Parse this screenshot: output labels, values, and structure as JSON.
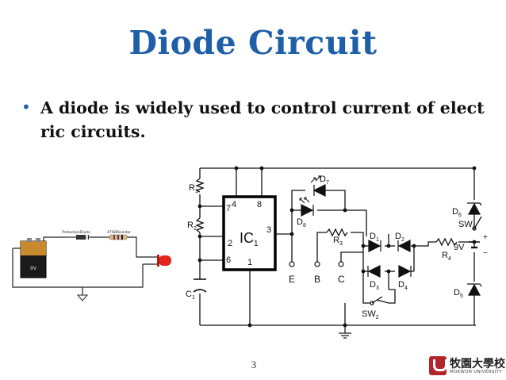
{
  "slide": {
    "title": "Diode Circuit",
    "bullet": "A diode is widely used to control current of electric circuits.",
    "page_number": "3"
  },
  "small_circuit": {
    "labels": {
      "protection_diode": "ProtectionDiode",
      "resistor": "470ΩResistor",
      "battery": "9V"
    }
  },
  "ic_circuit": {
    "ic": "IC",
    "ic_sub": "1",
    "pins": [
      "4",
      "8",
      "7",
      "3",
      "2",
      "6",
      "1"
    ],
    "resistors": [
      {
        "name": "R",
        "sub": "1"
      },
      {
        "name": "R",
        "sub": "2"
      },
      {
        "name": "R",
        "sub": "3"
      },
      {
        "name": "R",
        "sub": "4"
      }
    ],
    "capacitor": {
      "name": "C",
      "sub": "1"
    },
    "diodes": [
      {
        "name": "D",
        "sub": "1"
      },
      {
        "name": "D",
        "sub": "2"
      },
      {
        "name": "D",
        "sub": "3"
      },
      {
        "name": "D",
        "sub": "4"
      },
      {
        "name": "D",
        "sub": "5"
      },
      {
        "name": "D",
        "sub": "6"
      },
      {
        "name": "D",
        "sub": "7"
      },
      {
        "name": "D",
        "sub": "8"
      }
    ],
    "switches": [
      {
        "name": "SW",
        "sub": "1"
      },
      {
        "name": "SW",
        "sub": "2"
      }
    ],
    "terminals": [
      "E",
      "B",
      "C"
    ],
    "supply": "9V",
    "plus": "+",
    "minus": "−"
  },
  "logo": {
    "name": "牧園大學校",
    "subtitle": "MOKWON UNIVERSITY"
  },
  "colors": {
    "title": "#1f5fa8",
    "logo": "#b1262d",
    "led": "#e0261e",
    "battery_copper": "#c98a2e"
  }
}
